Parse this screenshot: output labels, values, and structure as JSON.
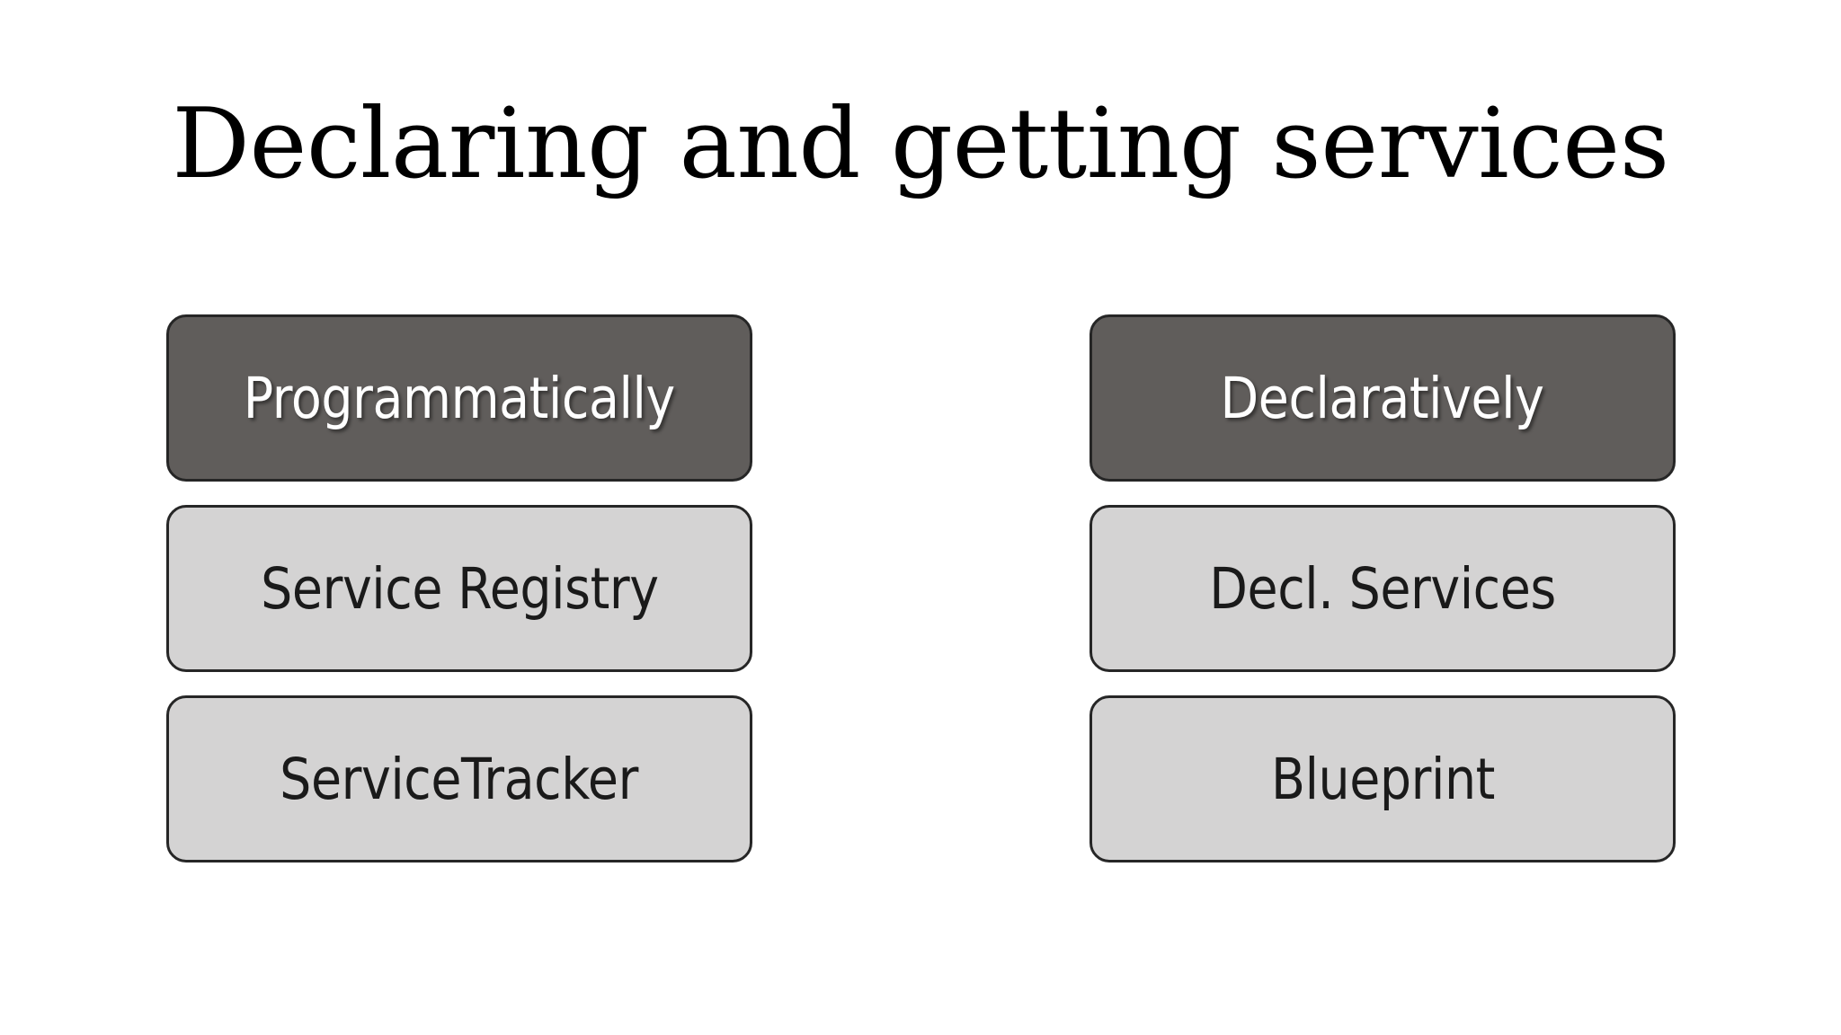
{
  "slide": {
    "title": "Declaring and getting services",
    "background_color": "#ffffff",
    "title_color": "#000000"
  },
  "colors": {
    "header_box_fill": "#605d5b",
    "header_box_text": "#ffffff",
    "item_box_fill": "#d4d3d3",
    "item_box_text": "#1a1a1a",
    "box_border": "#262626"
  },
  "columns": [
    {
      "id": "programmatic",
      "header": "Programmatically",
      "items": [
        "Service Registry",
        "ServiceTracker"
      ]
    },
    {
      "id": "declarative",
      "header": "Declaratively",
      "items": [
        "Decl. Services",
        "Blueprint"
      ]
    }
  ]
}
